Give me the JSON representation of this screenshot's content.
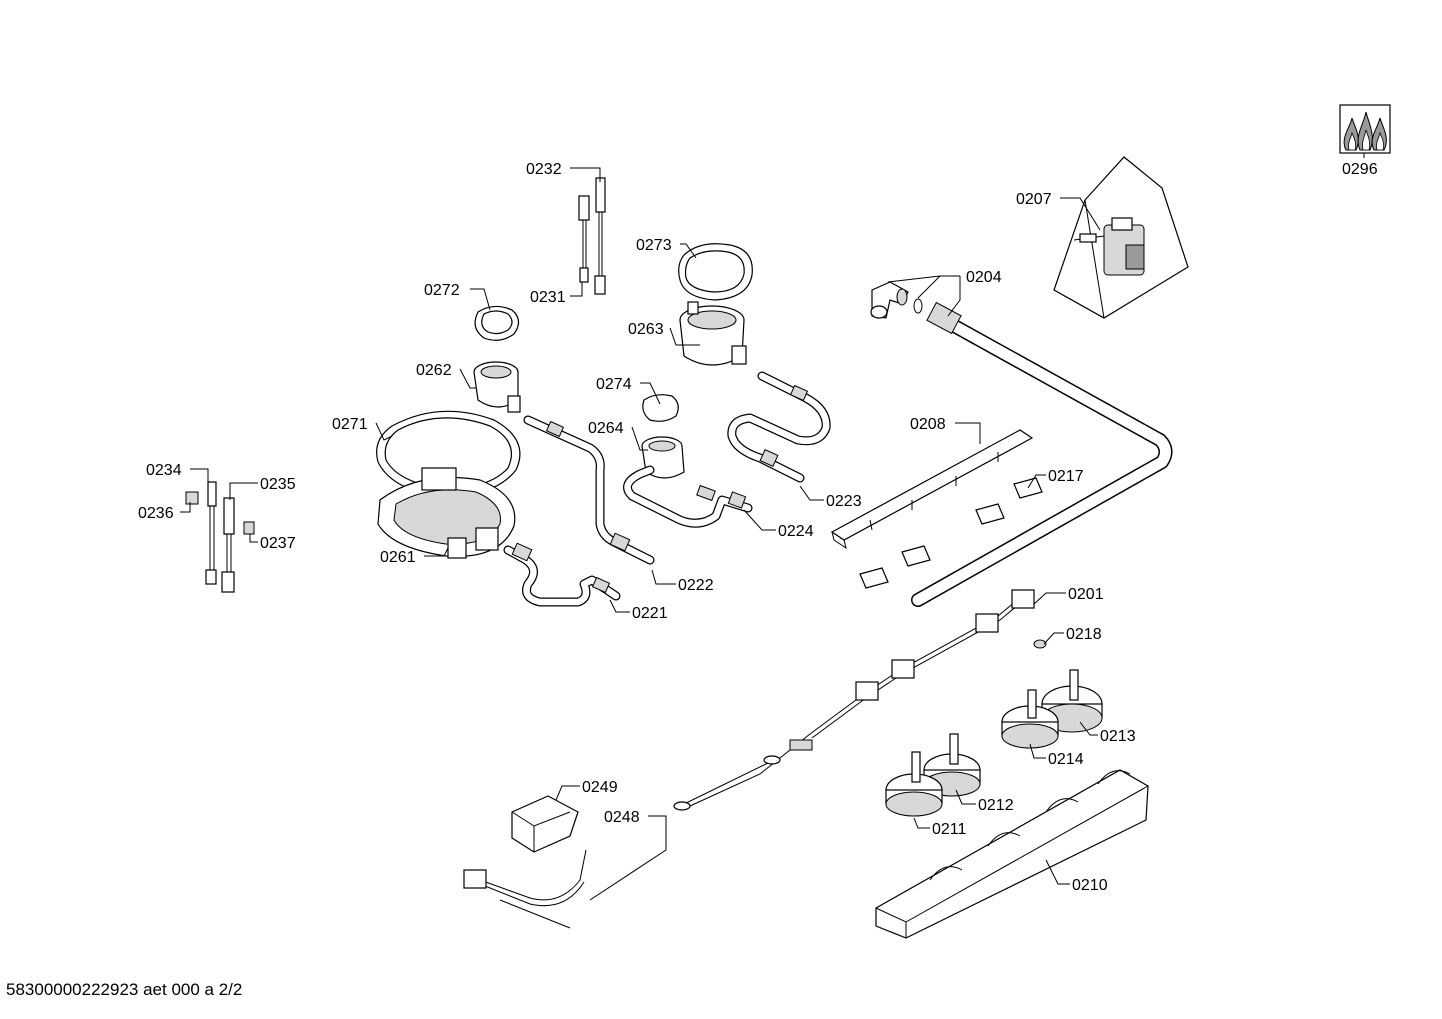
{
  "document_id": "58300000222923 aet 000 a 2/2",
  "callouts": [
    {
      "id": "0296",
      "label": "0296"
    },
    {
      "id": "0207",
      "label": "0207"
    },
    {
      "id": "0204",
      "label": "0204"
    },
    {
      "id": "0232",
      "label": "0232"
    },
    {
      "id": "0231",
      "label": "0231"
    },
    {
      "id": "0273",
      "label": "0273"
    },
    {
      "id": "0272",
      "label": "0272"
    },
    {
      "id": "0263",
      "label": "0263"
    },
    {
      "id": "0262",
      "label": "0262"
    },
    {
      "id": "0274",
      "label": "0274"
    },
    {
      "id": "0271",
      "label": "0271"
    },
    {
      "id": "0264",
      "label": "0264"
    },
    {
      "id": "0208",
      "label": "0208"
    },
    {
      "id": "0217",
      "label": "0217"
    },
    {
      "id": "0234",
      "label": "0234"
    },
    {
      "id": "0235",
      "label": "0235"
    },
    {
      "id": "0236",
      "label": "0236"
    },
    {
      "id": "0237",
      "label": "0237"
    },
    {
      "id": "0223",
      "label": "0223"
    },
    {
      "id": "0224",
      "label": "0224"
    },
    {
      "id": "0261",
      "label": "0261"
    },
    {
      "id": "0222",
      "label": "0222"
    },
    {
      "id": "0221",
      "label": "0221"
    },
    {
      "id": "0201",
      "label": "0201"
    },
    {
      "id": "0218",
      "label": "0218"
    },
    {
      "id": "0213",
      "label": "0213"
    },
    {
      "id": "0214",
      "label": "0214"
    },
    {
      "id": "0249",
      "label": "0249"
    },
    {
      "id": "0212",
      "label": "0212"
    },
    {
      "id": "0248",
      "label": "0248"
    },
    {
      "id": "0211",
      "label": "0211"
    },
    {
      "id": "0210",
      "label": "0210"
    }
  ]
}
